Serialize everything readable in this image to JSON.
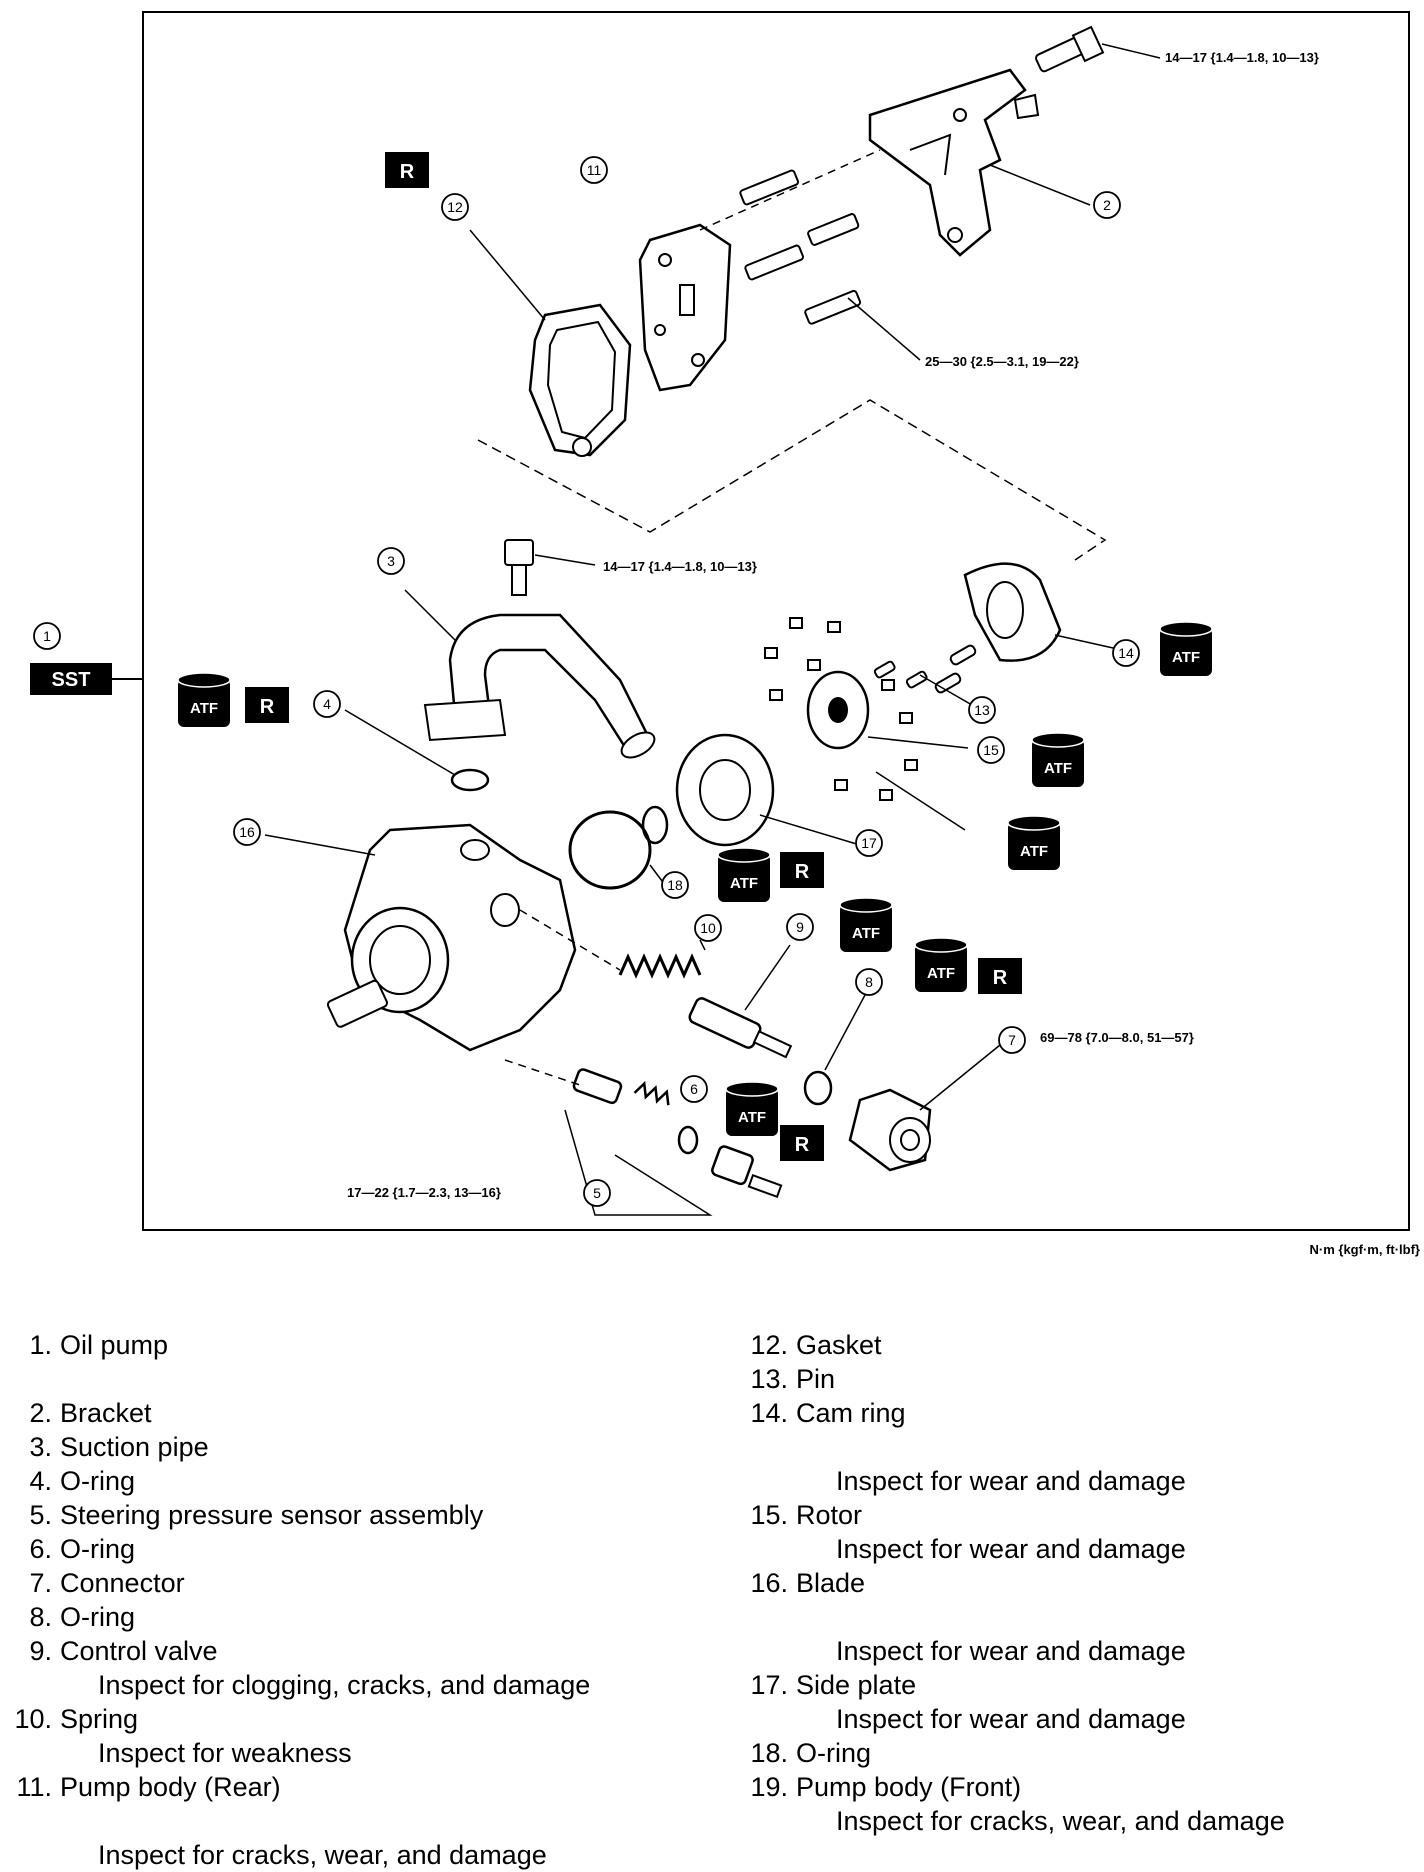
{
  "diagram": {
    "badges": {
      "sst": "SST",
      "r": "R",
      "atf": "ATF"
    },
    "callouts": [
      "1",
      "2",
      "3",
      "4",
      "5",
      "6",
      "7",
      "8",
      "9",
      "10",
      "11",
      "12",
      "13",
      "14",
      "15",
      "16",
      "17",
      "18"
    ],
    "torque": {
      "t14_17_top": "14—17 {1.4—1.8, 10—13}",
      "t25_30": "25—30 {2.5—3.1, 19—22}",
      "t14_17_mid": "14—17 {1.4—1.8, 10—13}",
      "t69_78": "69—78 {7.0—8.0, 51—57}",
      "t17_22": "17—22 {1.7—2.3, 13—16}"
    },
    "units": "N·m {kgf·m, ft·lbf}"
  },
  "legend": {
    "left": [
      {
        "num": "1.",
        "text": "Oil pump"
      },
      {
        "num": "2.",
        "text": "Bracket"
      },
      {
        "num": "3.",
        "text": "Suction pipe"
      },
      {
        "num": "4.",
        "text": "O-ring"
      },
      {
        "num": "5.",
        "text": "Steering pressure sensor assembly"
      },
      {
        "num": "6.",
        "text": "O-ring"
      },
      {
        "num": "7.",
        "text": "Connector"
      },
      {
        "num": "8.",
        "text": "O-ring"
      },
      {
        "num": "9.",
        "text": "Control valve"
      },
      {
        "sub": "Inspect for clogging, cracks, and damage"
      },
      {
        "num": "10.",
        "text": "Spring"
      },
      {
        "sub": "Inspect for weakness"
      },
      {
        "num": "11.",
        "text": "Pump body (Rear)"
      },
      {
        "sub": "Inspect for cracks, wear, and damage"
      }
    ],
    "right": [
      {
        "num": "12.",
        "text": "Gasket"
      },
      {
        "num": "13.",
        "text": "Pin"
      },
      {
        "num": "14.",
        "text": "Cam ring"
      },
      {
        "sub": "Inspect for wear and damage"
      },
      {
        "num": "15.",
        "text": "Rotor"
      },
      {
        "sub": "Inspect for wear and damage"
      },
      {
        "num": "16.",
        "text": "Blade"
      },
      {
        "sub": "Inspect for wear and damage"
      },
      {
        "num": "17.",
        "text": "Side plate"
      },
      {
        "sub": "Inspect for wear and damage"
      },
      {
        "num": "18.",
        "text": "O-ring"
      },
      {
        "num": "19.",
        "text": "Pump body (Front)"
      },
      {
        "sub": "Inspect for cracks, wear, and damage"
      }
    ]
  }
}
